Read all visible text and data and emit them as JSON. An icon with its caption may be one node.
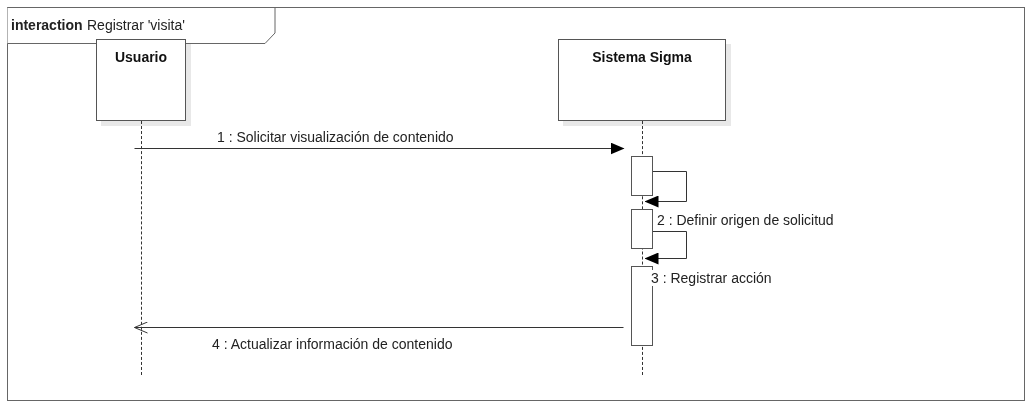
{
  "diagram": {
    "nodes": [
      {
        "text": [
          "interaction",
          "Registrar 'visita'"
        ]
      },
      {
        "text": [
          "Usuario"
        ],
        "in": 0
      },
      {
        "text": [
          "Sistema Sigma"
        ],
        "in": 0
      },
      {
        "text": [],
        "shape": "line",
        "in": 0
      },
      {
        "text": [],
        "shape": "line",
        "in": 0
      },
      {
        "text": [],
        "shape": "bar",
        "in": 0
      },
      {
        "text": [],
        "shape": "bar",
        "in": 0
      },
      {
        "text": [],
        "shape": "bar",
        "in": 0
      }
    ],
    "edges": [
      {
        "from": 3,
        "to": 5,
        "arrow": "to",
        "label": "1 : Solicitar visualización de contenido"
      },
      {
        "from": 5,
        "to": 6,
        "arrow": "to",
        "label": "2 : Definir origen de solicitud"
      },
      {
        "from": 6,
        "to": 7,
        "arrow": "to",
        "label": "3 : Registrar acción"
      },
      {
        "from": 7,
        "to": 3,
        "arrow": "to",
        "label": "4 : Actualizar información de contenido"
      }
    ]
  }
}
